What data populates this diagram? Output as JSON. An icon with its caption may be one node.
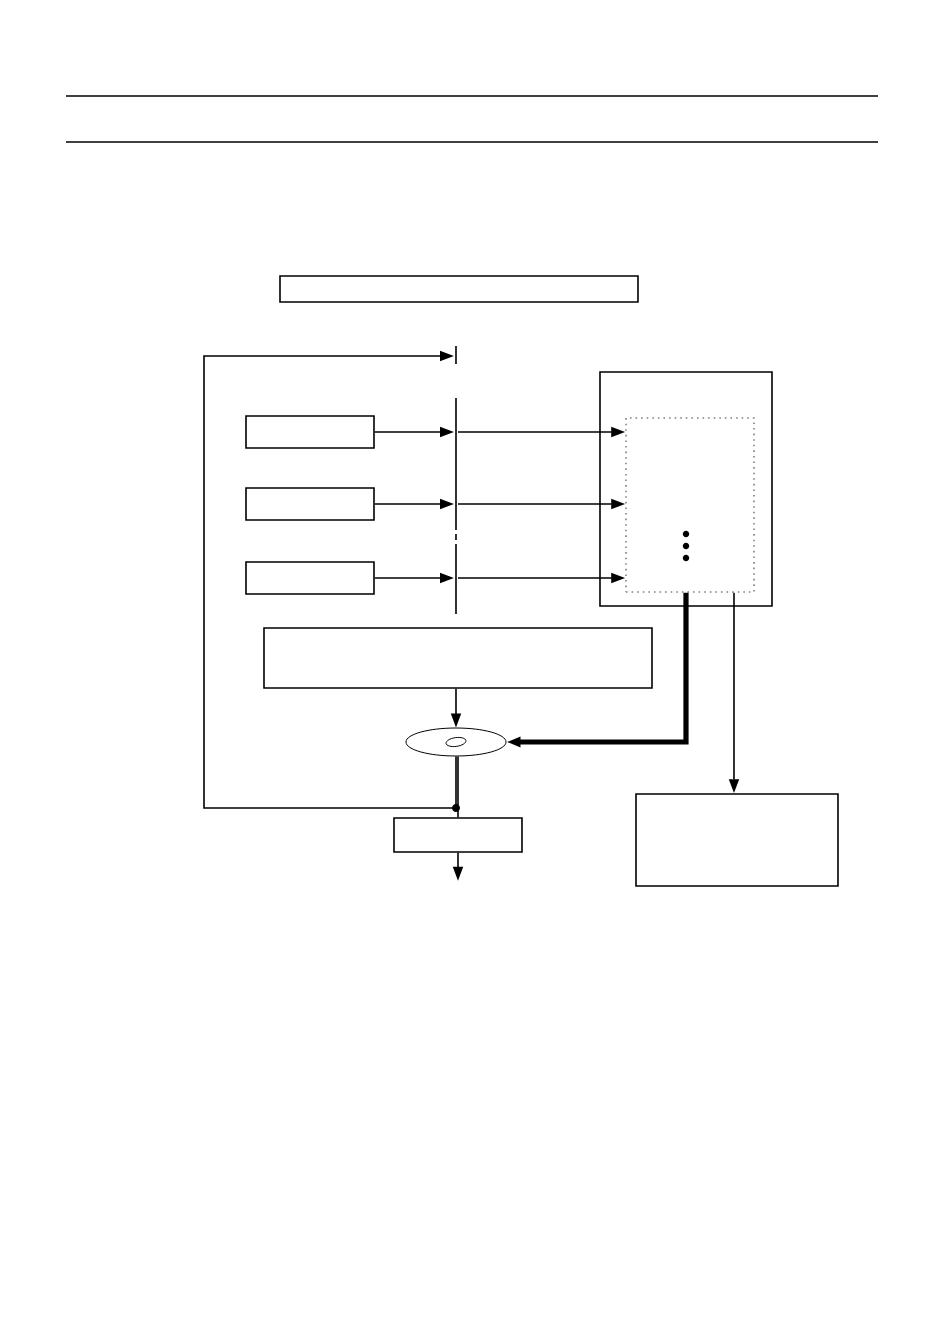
{
  "diagram": {
    "nodes": [
      {
        "text": [],
        "shape": "box"
      },
      {
        "text": [],
        "shape": "bar"
      },
      {
        "text": [],
        "shape": "box"
      },
      {
        "text": [],
        "shape": "bar"
      },
      {
        "text": [],
        "shape": "box"
      },
      {
        "text": [],
        "shape": "box",
        "in": 4
      },
      {
        "text": [],
        "shape": "box"
      },
      {
        "text": [],
        "shape": "box"
      },
      {
        "text": [],
        "shape": "box"
      },
      {
        "text": [],
        "shape": "disc"
      },
      {
        "text": [],
        "shape": "box"
      },
      {
        "text": [],
        "shape": "box"
      }
    ],
    "edges": [
      {
        "from": 2,
        "to": 3,
        "arrow": "to"
      },
      {
        "from": 6,
        "to": 3,
        "arrow": "to"
      },
      {
        "from": 7,
        "to": 3,
        "arrow": "to"
      },
      {
        "from": 3,
        "to": 5,
        "arrow": "to"
      },
      {
        "from": 3,
        "to": 5,
        "arrow": "to"
      },
      {
        "from": 3,
        "to": 5,
        "arrow": "to"
      },
      {
        "from": 8,
        "to": 9,
        "arrow": "to"
      },
      {
        "from": 5,
        "to": 9,
        "arrow": "to",
        "style": "thick"
      },
      {
        "from": 5,
        "to": 11,
        "arrow": "to"
      },
      {
        "from": 9,
        "to": 10,
        "arrow": "none"
      },
      {
        "from": 9,
        "to": 1,
        "arrow": "to"
      },
      {
        "from": 10,
        "to": null,
        "arrow": "to"
      }
    ]
  }
}
